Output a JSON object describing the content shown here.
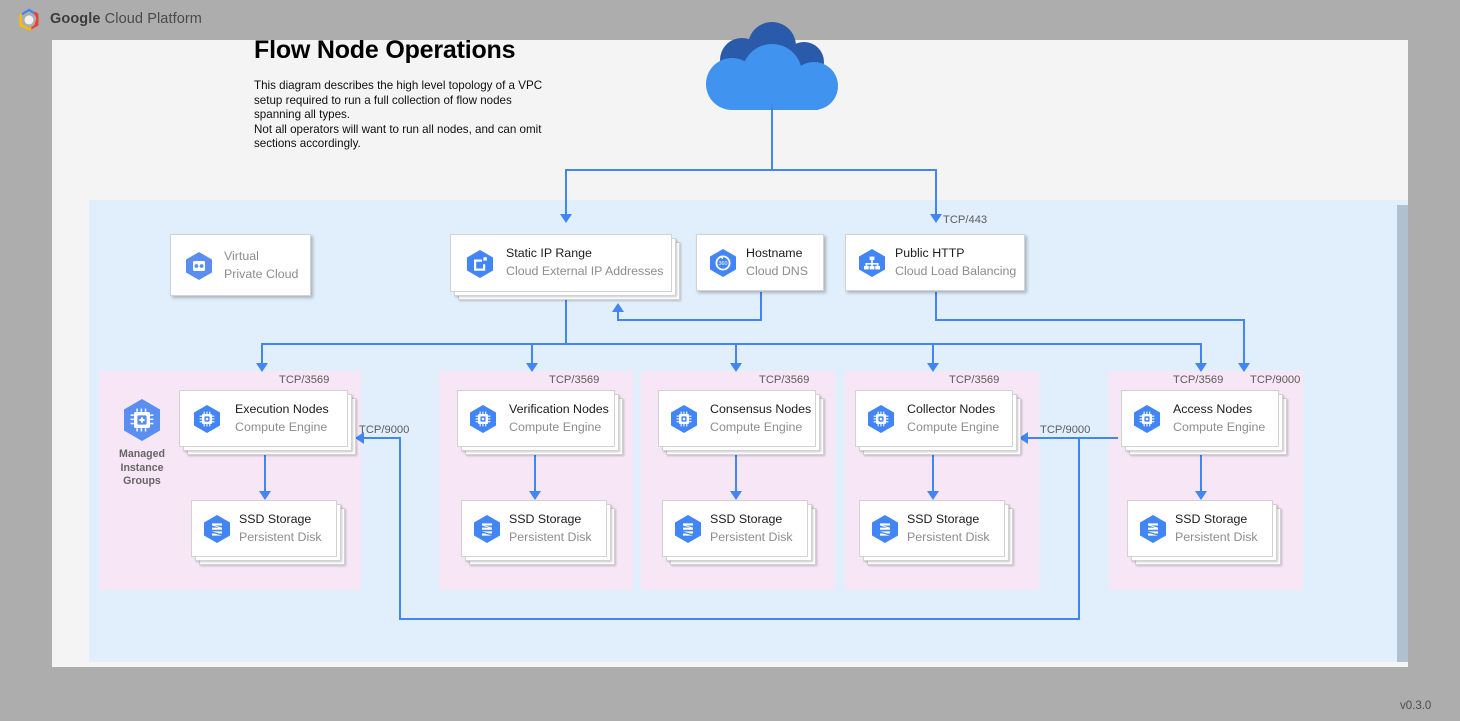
{
  "topbar": {
    "brand_bold": "Google",
    "brand_rest": " Cloud Platform",
    "logo_icon": "gcp-hexagon-logo"
  },
  "header": {
    "title": "Flow Node Operations",
    "description": "This diagram describes the high level topology of a VPC setup required to run a full collection of flow nodes spanning all types.\nNot all operators will want to run all nodes, and can omit sections accordingly."
  },
  "internet": {
    "icon": "cloud-icon"
  },
  "colors": {
    "accent_blue": "#4285f4",
    "cloud_dark": "#2a5bab",
    "cloud_light": "#4193f0",
    "vpc_panel": "#e1effc",
    "group_panel": "#f7e6f5",
    "page": "#f4f4f4",
    "desktop": "#adadad"
  },
  "top_nodes": [
    {
      "title": "Virtual",
      "subtitle": "Private Cloud",
      "icon": "virtual-private-cloud-icon",
      "title_muted": true,
      "stacked": false
    },
    {
      "title": "Static IP Range",
      "subtitle": "Cloud External IP Addresses",
      "icon": "cloud-external-ip-icon",
      "title_muted": false,
      "stacked": true
    },
    {
      "title": "Hostname",
      "subtitle": "Cloud DNS",
      "icon": "cloud-dns-icon",
      "title_muted": false,
      "stacked": false
    },
    {
      "title": "Public HTTP",
      "subtitle": "Cloud Load Balancing",
      "icon": "cloud-load-balancing-icon",
      "title_muted": false,
      "stacked": false
    }
  ],
  "groups": [
    {
      "label": "Managed\nInstance\nGroups",
      "has_label": true,
      "label_icon": "managed-instance-group-icon",
      "node": {
        "title": "Execution Nodes",
        "subtitle": "Compute Engine",
        "icon": "compute-engine-icon"
      },
      "storage": {
        "title": "SSD Storage",
        "subtitle": "Persistent Disk",
        "icon": "persistent-disk-icon"
      },
      "ingress_port": "TCP/3569"
    },
    {
      "label": "",
      "has_label": false,
      "label_icon": "",
      "node": {
        "title": "Verification Nodes",
        "subtitle": "Compute Engine",
        "icon": "compute-engine-icon"
      },
      "storage": {
        "title": "SSD Storage",
        "subtitle": "Persistent Disk",
        "icon": "persistent-disk-icon"
      },
      "ingress_port": "TCP/3569"
    },
    {
      "label": "",
      "has_label": false,
      "label_icon": "",
      "node": {
        "title": "Consensus Nodes",
        "subtitle": "Compute Engine",
        "icon": "compute-engine-icon"
      },
      "storage": {
        "title": "SSD Storage",
        "subtitle": "Persistent Disk",
        "icon": "persistent-disk-icon"
      },
      "ingress_port": "TCP/3569"
    },
    {
      "label": "",
      "has_label": false,
      "label_icon": "",
      "node": {
        "title": "Collector Nodes",
        "subtitle": "Compute Engine",
        "icon": "compute-engine-icon"
      },
      "storage": {
        "title": "SSD Storage",
        "subtitle": "Persistent Disk",
        "icon": "persistent-disk-icon"
      },
      "ingress_port": "TCP/3569"
    },
    {
      "label": "",
      "has_label": false,
      "label_icon": "",
      "node": {
        "title": "Access Nodes",
        "subtitle": "Compute Engine",
        "icon": "compute-engine-icon"
      },
      "storage": {
        "title": "SSD Storage",
        "subtitle": "Persistent Disk",
        "icon": "persistent-disk-icon"
      },
      "ingress_port": "TCP/3569"
    }
  ],
  "edge_labels": {
    "lb_https": "TCP/443",
    "access_extra": "TCP/9000",
    "access_to_collector": "TCP/9000",
    "loop_to_execution": "TCP/9000"
  },
  "footer": {
    "version": "v0.3.0"
  }
}
